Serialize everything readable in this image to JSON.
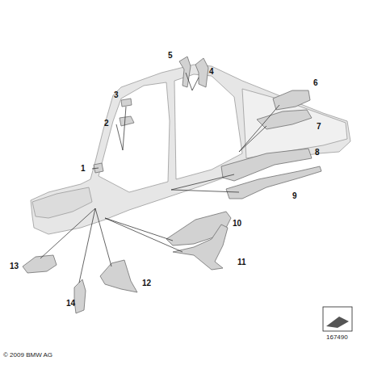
{
  "diagram": {
    "labels": [
      "1",
      "2",
      "3",
      "4",
      "5",
      "6",
      "7",
      "8",
      "9",
      "10",
      "11",
      "12",
      "13",
      "14",
      "© 2009 BMW AG",
      "167490"
    ]
  }
}
